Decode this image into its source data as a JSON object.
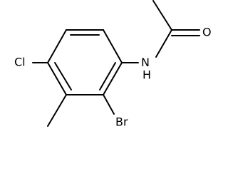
{
  "molecule": {
    "atoms": {
      "cl": "Cl",
      "nh": "N\nH",
      "br": "Br",
      "o": "O"
    },
    "colors": {
      "bond": "#000000",
      "text": "#000000",
      "background": "#ffffff"
    }
  }
}
